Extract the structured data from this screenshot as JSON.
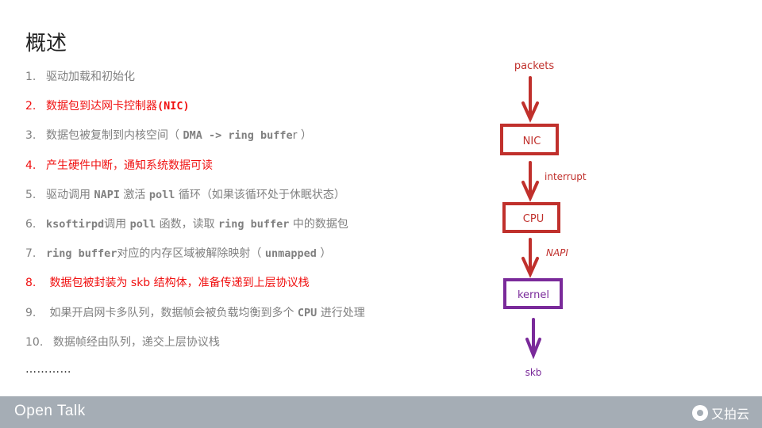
{
  "slide": {
    "title": "概述",
    "items": [
      {
        "num": "1.",
        "highlight": false,
        "segments": [
          {
            "t": "驱动加载和初始化"
          }
        ]
      },
      {
        "num": "2.",
        "highlight": true,
        "segments": [
          {
            "t": "数据包到达网卡控制器"
          },
          {
            "t": "(NIC)",
            "mono": true
          }
        ]
      },
      {
        "num": "3.",
        "highlight": false,
        "segments": [
          {
            "t": "数据包被复制到内核空间（ "
          },
          {
            "t": "DMA -> ring buffe",
            "mono": true
          },
          {
            "t": "r ）"
          }
        ]
      },
      {
        "num": "4.",
        "highlight": true,
        "segments": [
          {
            "t": "产生硬件中断，通知系统数据可读"
          }
        ]
      },
      {
        "num": "5.",
        "highlight": false,
        "segments": [
          {
            "t": "驱动调用 "
          },
          {
            "t": "NAPI",
            "mono": true
          },
          {
            "t": " 激活 "
          },
          {
            "t": "poll",
            "mono": true
          },
          {
            "t": " 循环（如果该循环处于休眠状态）"
          }
        ]
      },
      {
        "num": "6.",
        "highlight": false,
        "segments": [
          {
            "t": "ksoftirpd",
            "mono": true
          },
          {
            "t": "调用 "
          },
          {
            "t": "poll",
            "mono": true
          },
          {
            "t": " 函数，读取 "
          },
          {
            "t": "ring buffer",
            "mono": true
          },
          {
            "t": " 中的数据包"
          }
        ]
      },
      {
        "num": "7.",
        "highlight": false,
        "segments": [
          {
            "t": "ring buffer",
            "mono": true
          },
          {
            "t": "对应的内存区域被解除映射（ "
          },
          {
            "t": "unmapped",
            "mono": true
          },
          {
            "t": " ）"
          }
        ]
      },
      {
        "num": "8.",
        "highlight": true,
        "segments": [
          {
            "t": " 数据包被封装为 skb 结构体，准备传递到上层协议栈"
          }
        ]
      },
      {
        "num": "9.",
        "highlight": false,
        "segments": [
          {
            "t": " 如果开启网卡多队列，数据帧会被负载均衡到多个 "
          },
          {
            "t": "CPU",
            "mono": true
          },
          {
            "t": " 进行处理"
          }
        ]
      },
      {
        "num": "10.",
        "highlight": false,
        "segments": [
          {
            "t": "  数据帧经由队列，递交上层协议栈"
          }
        ]
      }
    ],
    "ellipsis": "…………"
  },
  "diagram": {
    "packets": "packets",
    "nic": "NIC",
    "interrupt": "interrupt",
    "cpu": "CPU",
    "napi": "NAPI",
    "kernel": "kernel",
    "skb": "skb",
    "colors": {
      "red": "#c0302c",
      "purple": "#7a2a9a"
    }
  },
  "footer": {
    "brand": "Open Talk",
    "logo_text": "又拍云"
  }
}
